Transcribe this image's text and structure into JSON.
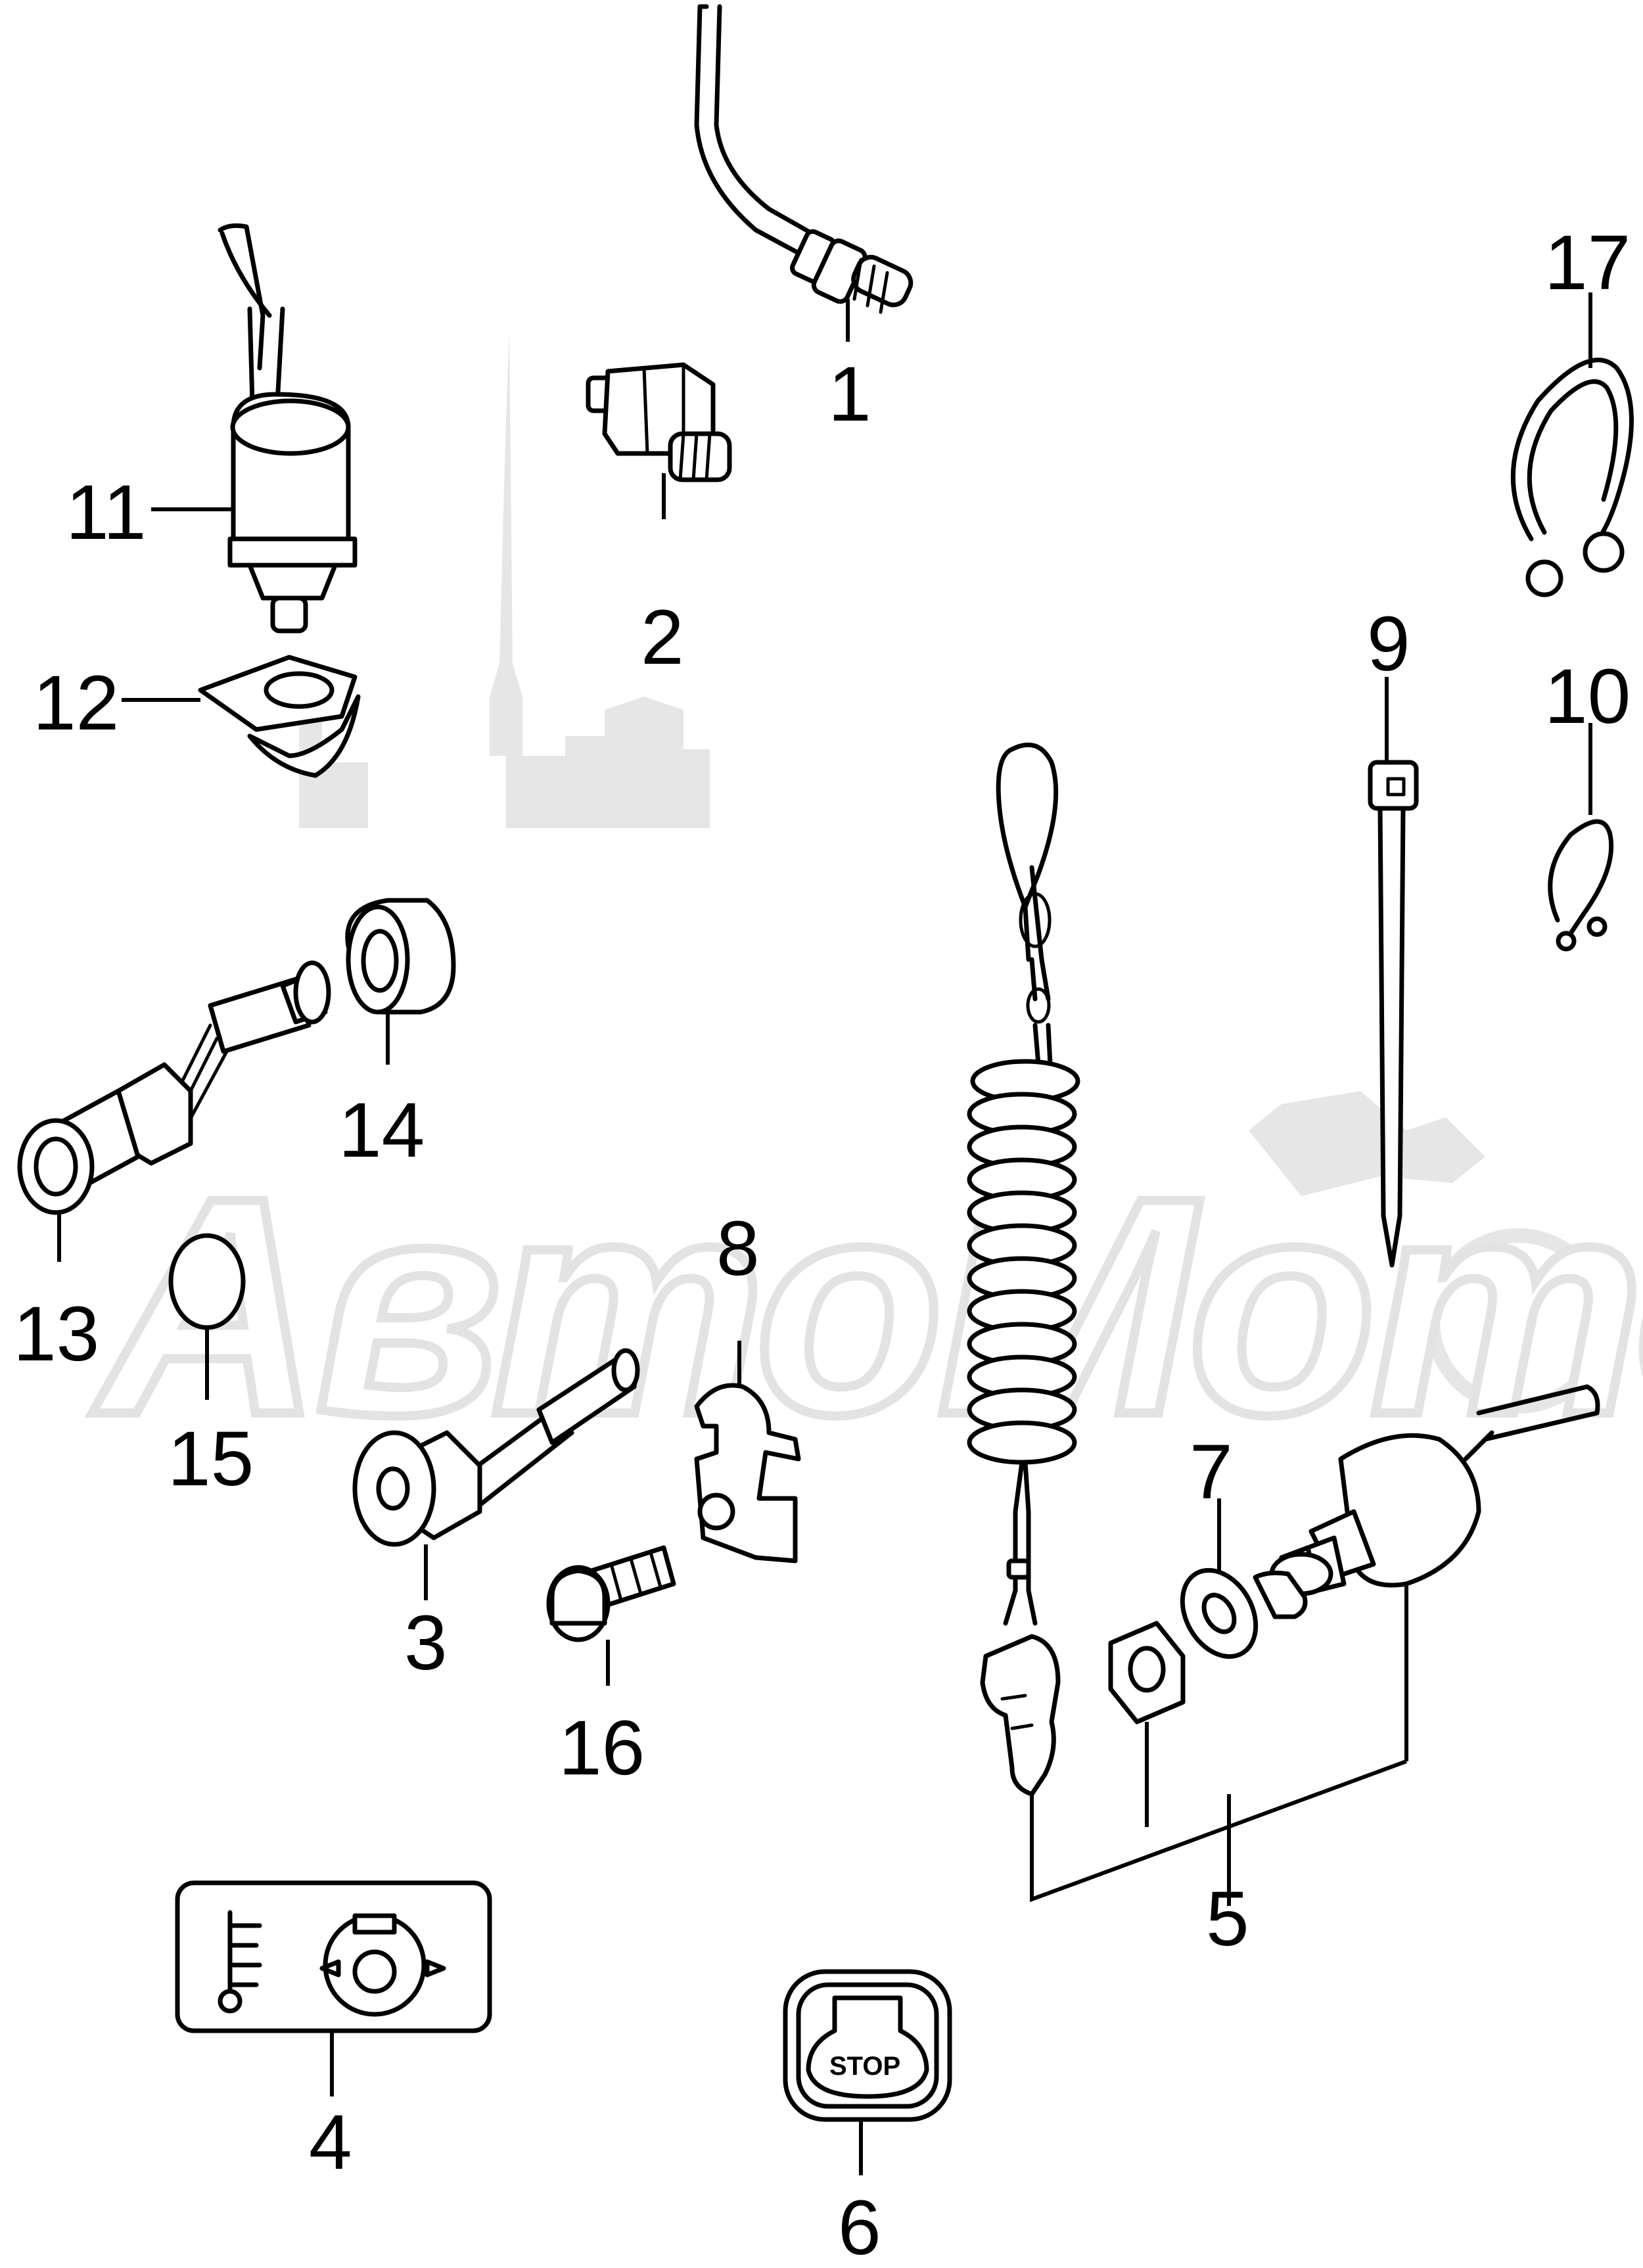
{
  "diagram": {
    "callouts": {
      "p1": "1",
      "p2": "2",
      "p3": "3",
      "p4": "4",
      "p5": "5",
      "p6": "6",
      "p7": "7",
      "p8": "8",
      "p9": "9",
      "p10": "10",
      "p11": "11",
      "p12": "12",
      "p13": "13",
      "p14": "14",
      "p15": "15",
      "p16": "16",
      "p17": "17"
    },
    "stop_label": "STOP",
    "watermark_text": "АвтоМото"
  }
}
